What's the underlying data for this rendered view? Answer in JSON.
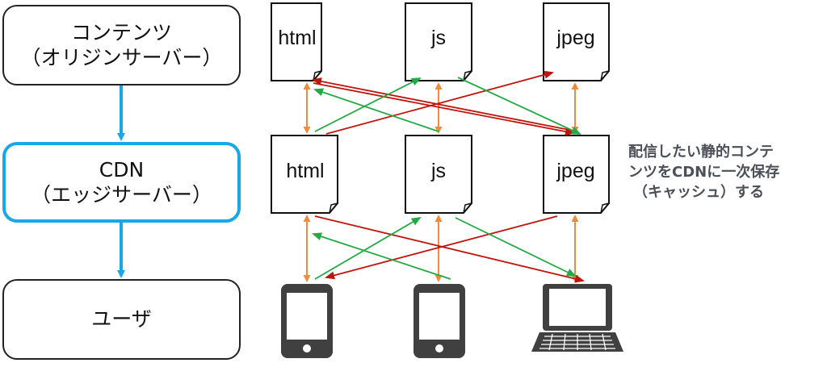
{
  "tiers": {
    "origin": {
      "line1": "コンテンツ",
      "line2": "（オリジンサーバー）"
    },
    "cdn": {
      "line1": "CDN",
      "line2": "（エッジサーバー）"
    },
    "user": {
      "line1": "ユーザ"
    }
  },
  "files": {
    "origin": [
      "html",
      "js",
      "jpeg"
    ],
    "cdn": [
      "html",
      "js",
      "jpeg"
    ]
  },
  "note": {
    "line1": "配信したい静的コンテ",
    "line2": "ンツをCDNに一次保存",
    "line3": "（キャッシュ）する"
  },
  "colors": {
    "flow_arrow": "#1aa7e6",
    "cdn_border": "#1aa7e6",
    "vertical_arrow": "#f08a3c",
    "red_arrow": "#c0140c",
    "green_arrow": "#22aa44",
    "device": "#404040"
  },
  "icons": [
    "smartphone-icon",
    "smartphone-icon",
    "laptop-icon"
  ]
}
